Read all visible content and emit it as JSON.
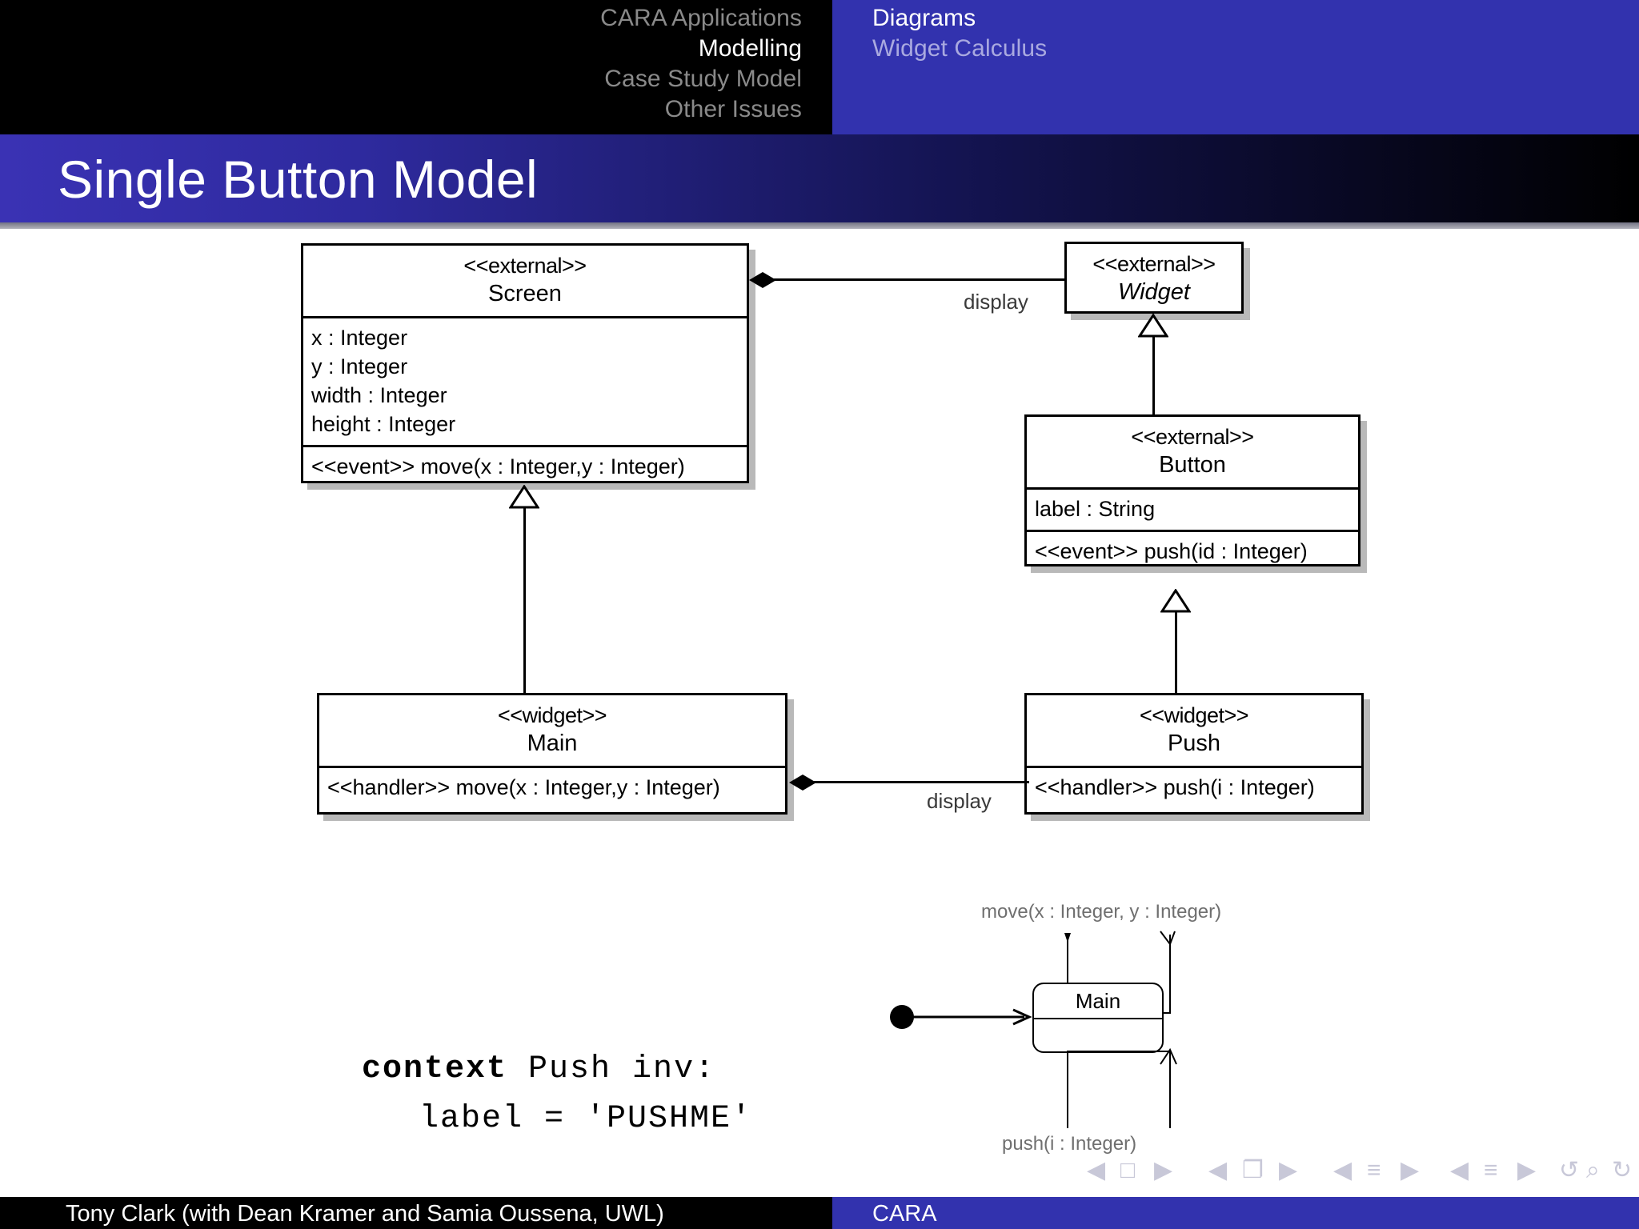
{
  "nav": {
    "left_items": [
      {
        "label": "CARA Applications",
        "active": false
      },
      {
        "label": "Modelling",
        "active": true
      },
      {
        "label": "Case Study Model",
        "active": false
      },
      {
        "label": "Other Issues",
        "active": false
      }
    ],
    "right_items": [
      {
        "label": "Diagrams",
        "active": true
      },
      {
        "label": "Widget Calculus",
        "active": false
      }
    ]
  },
  "title": "Single Button Model",
  "diagram": {
    "classes": [
      {
        "id": "screen",
        "stereotype": "<<external>>",
        "name": "Screen",
        "italic": false,
        "attributes": [
          "x : Integer",
          "y : Integer",
          "width : Integer",
          "height : Integer"
        ],
        "operations": [
          "<<event>> move(x : Integer,y : Integer)"
        ]
      },
      {
        "id": "widget",
        "stereotype": "<<external>>",
        "name": "Widget",
        "italic": true,
        "attributes": [],
        "operations": []
      },
      {
        "id": "button",
        "stereotype": "<<external>>",
        "name": "Button",
        "italic": false,
        "attributes": [
          "label : String"
        ],
        "operations": [
          "<<event>> push(id : Integer)"
        ]
      },
      {
        "id": "main",
        "stereotype": "<<widget>>",
        "name": "Main",
        "italic": false,
        "attributes": [],
        "operations": [
          "<<handler>> move(x : Integer,y : Integer)"
        ]
      },
      {
        "id": "push",
        "stereotype": "<<widget>>",
        "name": "Push",
        "italic": false,
        "attributes": [],
        "operations": [
          "<<handler>> push(i : Integer)"
        ]
      }
    ],
    "edge_labels": {
      "screen_widget": "display",
      "main_push": "display"
    }
  },
  "statechart": {
    "top_transition": "move(x : Integer, y : Integer)",
    "bottom_transition": "push(i : Integer)",
    "state_name": "Main"
  },
  "ocl": {
    "line1_keyword": "context",
    "line1_rest": " Push inv:",
    "line2": "label = 'PUSHME'"
  },
  "footer": {
    "author": "Tony Clark (with Dean Kramer and Samia Oussena, UWL)",
    "institute": "CARA"
  },
  "navicons": {
    "first": "◀",
    "prev": "□",
    "next": "▶",
    "back_frame": "◀",
    "frame": "❐",
    "fwd_frame": "▶",
    "back_sub": "◀",
    "sub": "≡",
    "fwd_sub": "▶",
    "back_sec": "◀",
    "sec": "≡",
    "fwd_sec": "▶",
    "doc": "≡",
    "undo": "↺",
    "search": "⌕",
    "redo": "↻"
  },
  "colors": {
    "accent_blue": "#3232ae",
    "title_band_start": "#3a32b4",
    "black": "#000000",
    "nav_dim": "#8a8a8a",
    "nav_dim_blue": "#a9a9e0"
  }
}
